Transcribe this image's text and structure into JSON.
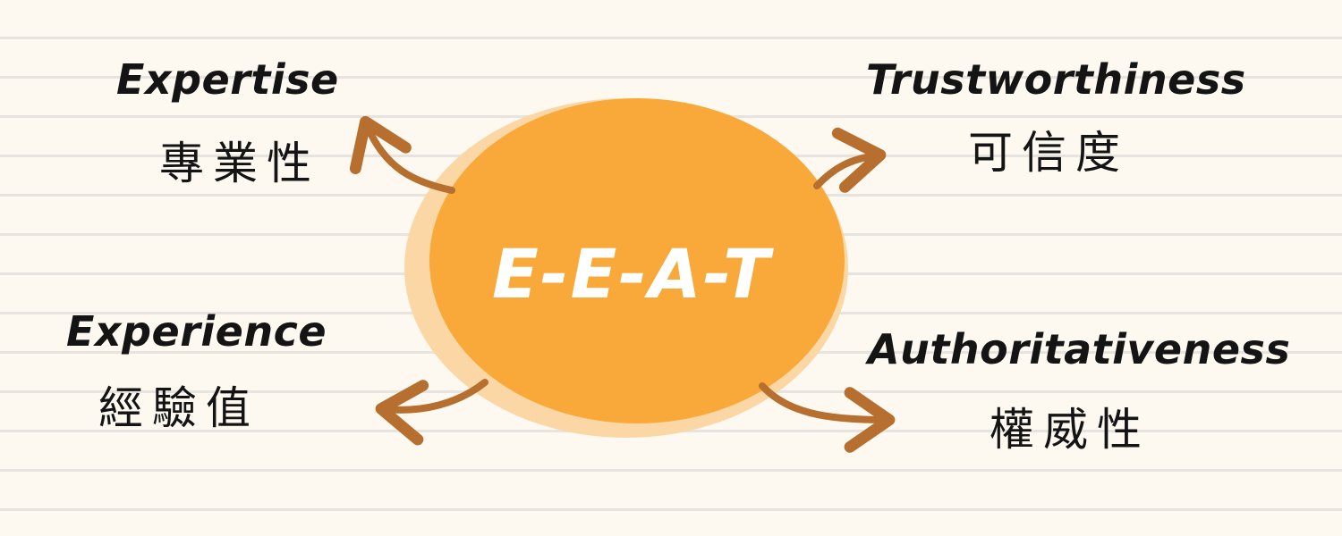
{
  "center": {
    "label": "E-E-A-T",
    "fill_color": "#f9a83a",
    "glow_color": "#fbd7a6"
  },
  "arrow_color": "#b76f30",
  "terms": [
    {
      "english": "Expertise",
      "chinese": "專業性"
    },
    {
      "english": "Trustworthiness",
      "chinese": "可信度"
    },
    {
      "english": "Experience",
      "chinese": "經驗值"
    },
    {
      "english": "Authoritativeness",
      "chinese": "權威性"
    }
  ]
}
